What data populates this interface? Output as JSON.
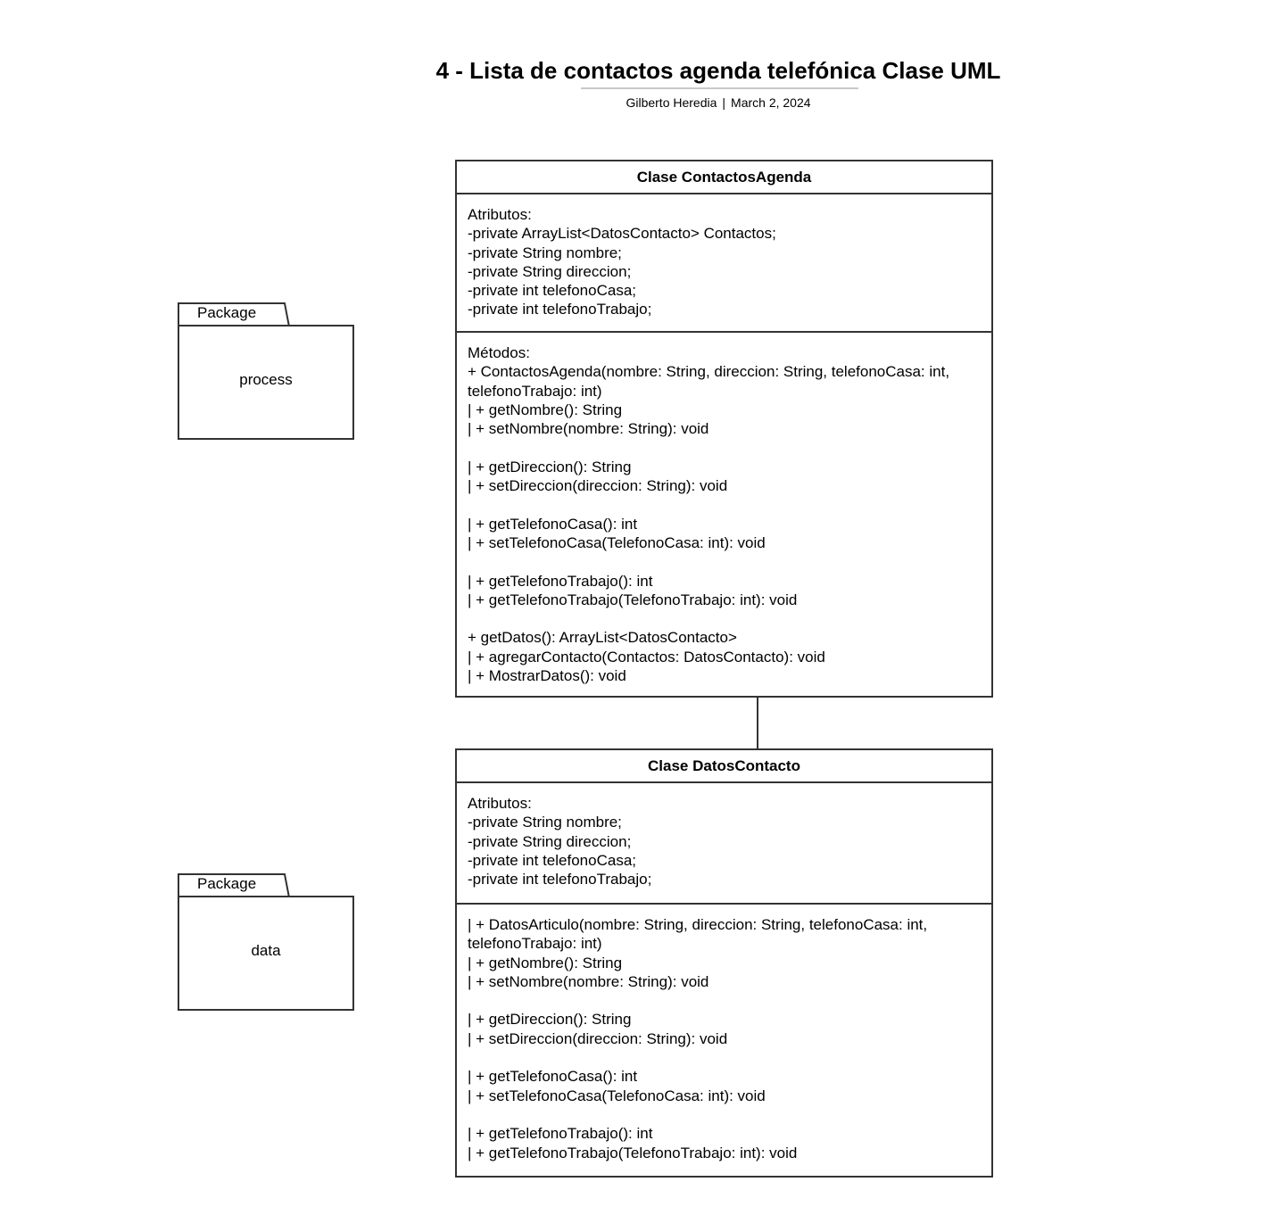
{
  "document": {
    "title": "4 - Lista de contactos agenda telefónica Clase UML",
    "author": "Gilberto Heredia",
    "separator": "|",
    "date": "March 2, 2024"
  },
  "packages": [
    {
      "tab_label": "Package",
      "name": "process"
    },
    {
      "tab_label": "Package",
      "name": "data"
    }
  ],
  "classes": [
    {
      "name": "Clase ContactosAgenda",
      "attributes": "Atributos:\n-private ArrayList<DatosContacto> Contactos;\n-private String nombre;\n-private String direccion;\n-private int telefonoCasa;\n-private int telefonoTrabajo;",
      "methods": "Métodos:\n+ ContactosAgenda(nombre: String, direccion: String, telefonoCasa: int, telefonoTrabajo: int)\n| + getNombre(): String\n| + setNombre(nombre: String): void\n\n| + getDireccion(): String\n| + setDireccion(direccion: String): void\n\n| + getTelefonoCasa(): int\n| + setTelefonoCasa(TelefonoCasa: int): void\n\n| + getTelefonoTrabajo(): int\n| + getTelefonoTrabajo(TelefonoTrabajo: int): void\n\n+ getDatos(): ArrayList<DatosContacto>\n| + agregarContacto(Contactos: DatosContacto): void\n| + MostrarDatos(): void"
    },
    {
      "name": "Clase DatosContacto",
      "attributes": "Atributos:\n-private String nombre;\n-private String direccion;\n-private int telefonoCasa;\n-private int telefonoTrabajo;",
      "methods": "| + DatosArticulo(nombre: String, direccion: String, telefonoCasa: int, telefonoTrabajo: int)\n| + getNombre(): String\n| + setNombre(nombre: String): void\n\n| + getDireccion(): String\n| + setDireccion(direccion: String): void\n\n| + getTelefonoCasa(): int\n| + setTelefonoCasa(TelefonoCasa: int): void\n\n| + getTelefonoTrabajo(): int\n| + getTelefonoTrabajo(TelefonoTrabajo: int): void"
    }
  ]
}
